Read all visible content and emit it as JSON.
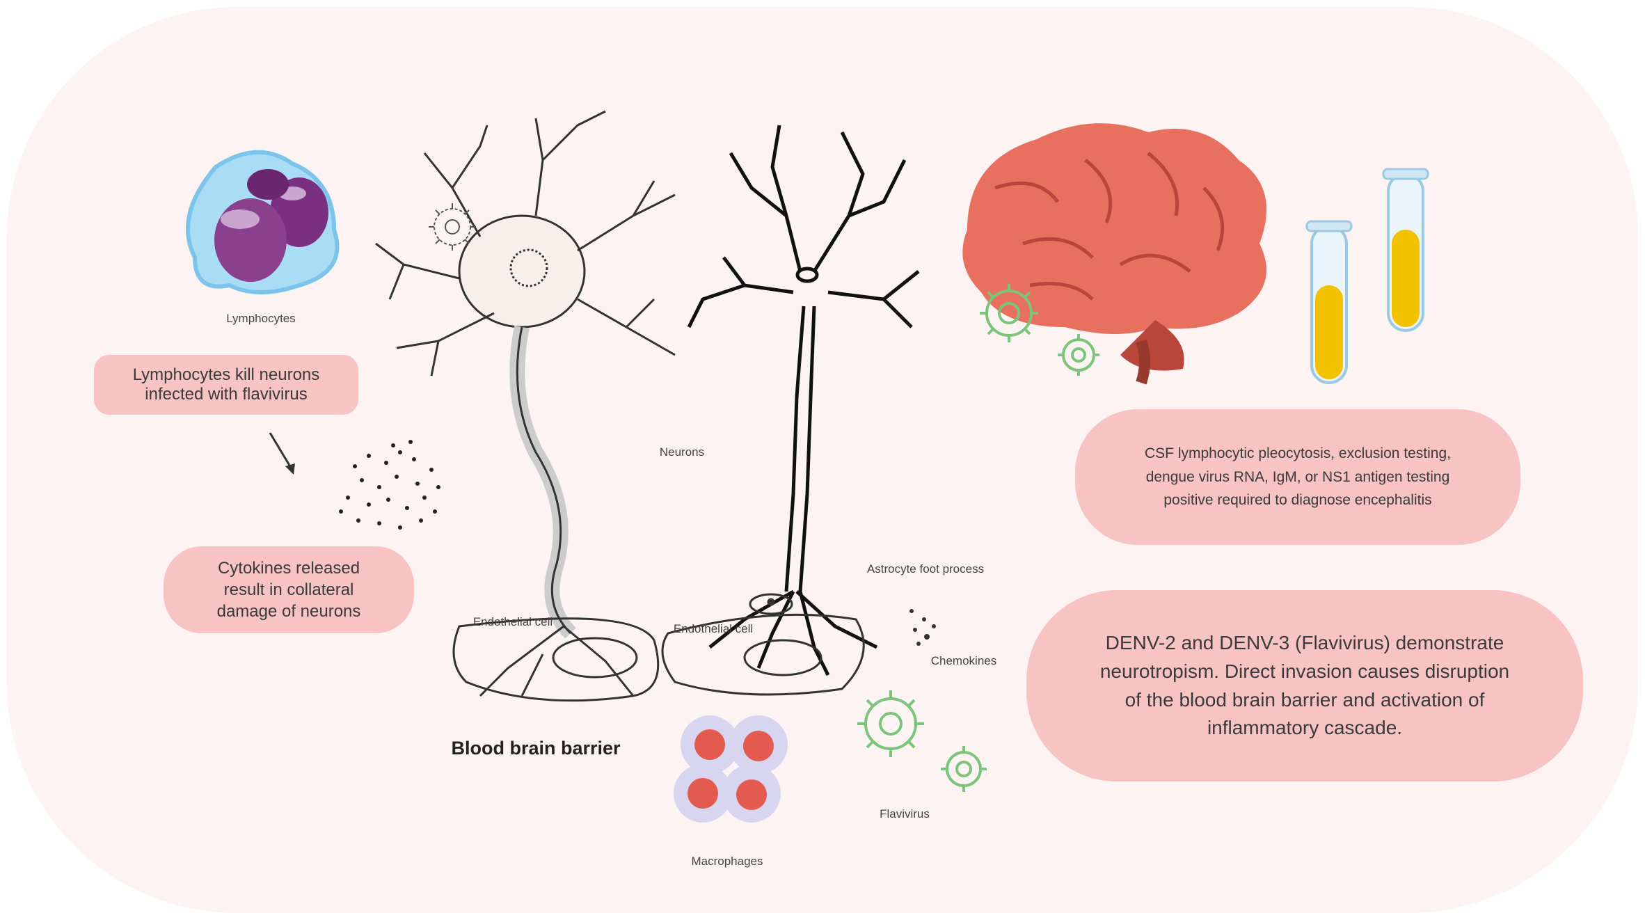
{
  "labels": {
    "lymphocytes": "Lymphocytes",
    "neurons": "Neurons",
    "astrocyte": "Astrocyte foot process",
    "endothelial_left": "Endothelial cell",
    "endothelial_right": "Endothelial cell",
    "chemokines": "Chemokines",
    "flavivirus": "Flavivirus",
    "macrophages": "Macrophages",
    "bbb": "Blood brain barrier"
  },
  "boxes": {
    "lymphocytes_kill": "Lymphocytes kill neurons\ninfected with flavivirus",
    "cytokines": "Cytokines released\nresult in collateral\ndamage of neurons",
    "csf": "CSF lymphocytic pleocytosis, exclusion testing,\ndengue virus RNA, IgM, or NS1 antigen testing\npositive required to diagnose encephalitis",
    "denv": "DENV-2 and DENV-3 (Flavivirus) demonstrate\nneurotropism. Direct invasion causes disruption\nof the blood brain barrier and  activation of\ninflammatory cascade."
  },
  "colors": {
    "background": "#fdf3f2",
    "pill": "#f7c3c3",
    "brain": "#e8705f",
    "virus_green": "#7bc57b",
    "tube_fill": "#f2c200",
    "lymphocyte": "#8a3f8f",
    "macrophage": "#e35b4f"
  },
  "icons": [
    "lymphocyte-icon",
    "neuron-icon",
    "virus-icon",
    "brain-icon",
    "test-tube-icon",
    "macrophage-icon",
    "arrow-icon",
    "cytokine-dots-icon"
  ]
}
